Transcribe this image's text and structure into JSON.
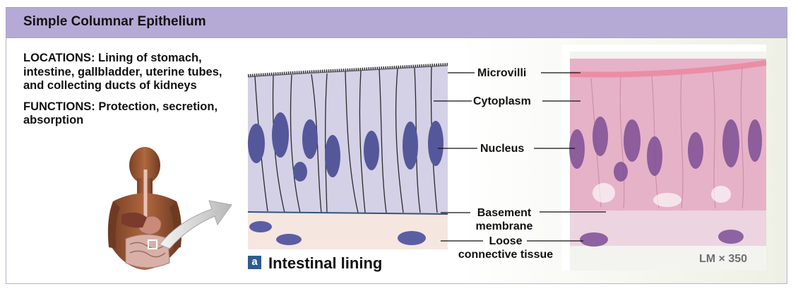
{
  "title": "Simple Columnar Epithelium",
  "locations": "LOCATIONS: Lining of stomach, intestine, gallbladder, uterine tubes, and collecting ducts of kidneys",
  "functions": "FUNCTIONS: Protection, secretion, absorption",
  "labels": {
    "microvilli": "Microvilli",
    "cytoplasm": "Cytoplasm",
    "nucleus": "Nucleus",
    "basement_line1": "Basement",
    "basement_line2": "membrane",
    "loose_line1": "Loose",
    "loose_line2": "connective tissue"
  },
  "panel": {
    "badge": "a",
    "caption": "Intestinal lining"
  },
  "magnification": "LM  ×  350",
  "colors": {
    "title_bar": "#b5aad6",
    "cell_fill": "#d4d0e6",
    "nucleus": "#54589a",
    "connective": "#f5e6e0",
    "micro_pink": "#ea8ea6",
    "micro_cyto": "#e6b2c8"
  }
}
